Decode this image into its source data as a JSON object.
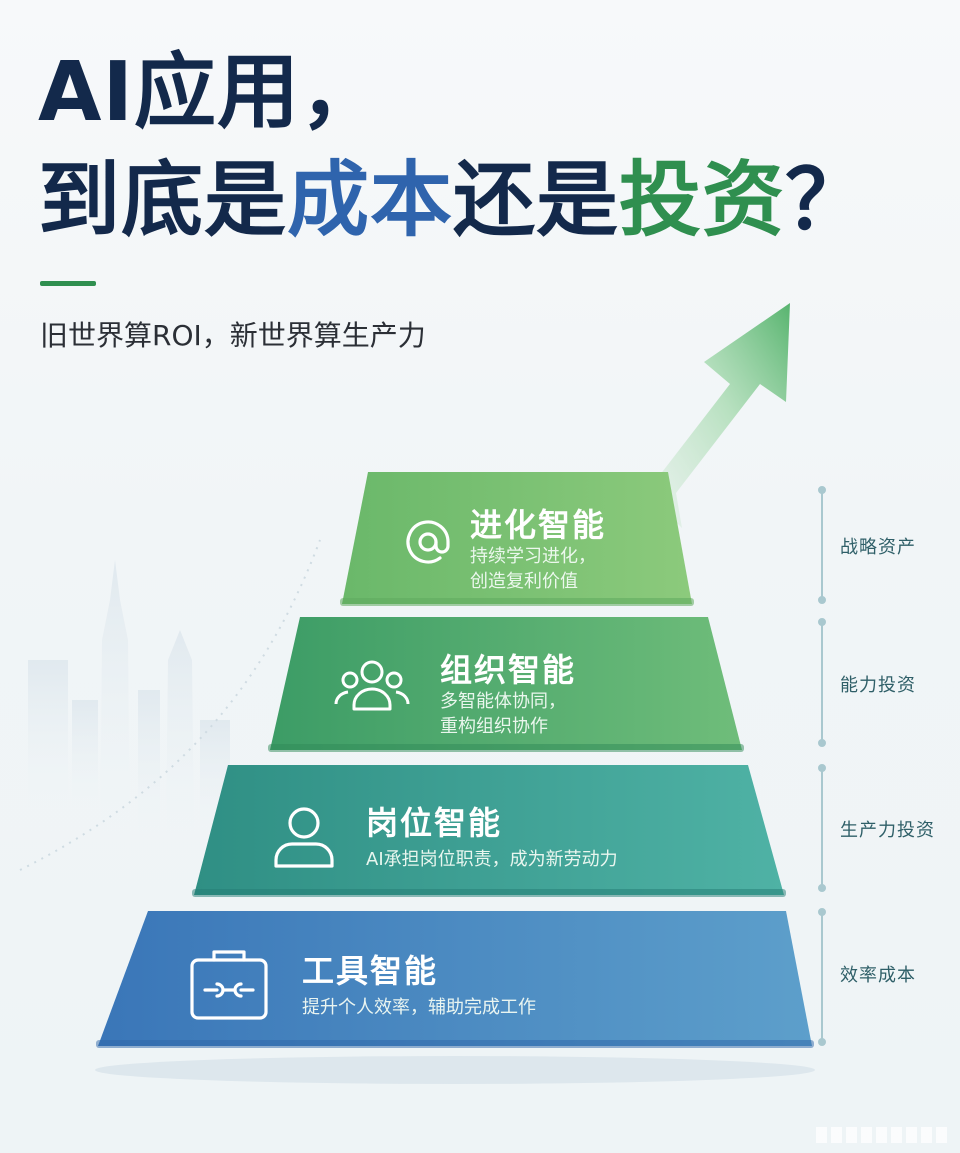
{
  "title": {
    "line1": "AI应用，",
    "line2_part1": "到底是",
    "line2_highlight_blue": "成本",
    "line2_part2": "还是",
    "line2_highlight_green": "投资",
    "line2_part3": "？"
  },
  "subtitle": "旧世界算ROI，新世界算生产力",
  "colors": {
    "title": "#13294b",
    "highlight_blue": "#2f64ad",
    "highlight_green": "#2f8f4f"
  },
  "pyramid": [
    {
      "title": "进化智能",
      "desc_line1": "持续学习进化，",
      "desc_line2": "创造复利价值",
      "icon": "at-sign-icon",
      "label": "战略资产"
    },
    {
      "title": "组织智能",
      "desc_line1": "多智能体协同，",
      "desc_line2": "重构组织协作",
      "icon": "group-icon",
      "label": "能力投资"
    },
    {
      "title": "岗位智能",
      "desc_line1": "AI承担岗位职责，成为新劳动力",
      "icon": "person-icon",
      "label": "生产力投资"
    },
    {
      "title": "工具智能",
      "desc_line1": "提升个人效率，辅助完成工作",
      "icon": "toolbox-icon",
      "label": "效率成本"
    }
  ]
}
